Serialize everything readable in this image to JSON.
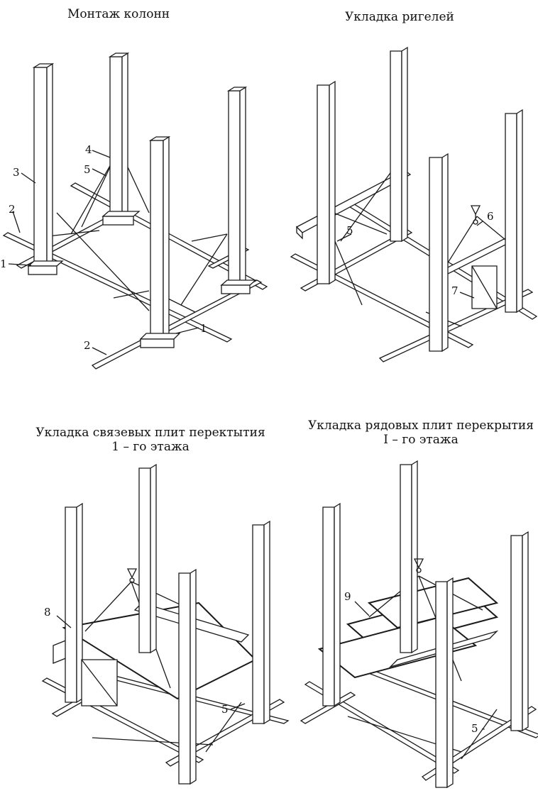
{
  "panels": [
    {
      "id": "p1",
      "title": "Монтаж колонн",
      "title2": "",
      "labels": [
        "1",
        "2",
        "3",
        "4",
        "5",
        "2",
        "1"
      ]
    },
    {
      "id": "p2",
      "title": "Укладка ригелей",
      "title2": "",
      "labels": [
        "5",
        "6",
        "7"
      ]
    },
    {
      "id": "p3",
      "title": "Укладка связевых плит перектытия",
      "title2": "1 – го этажа",
      "labels": [
        "8",
        "5"
      ]
    },
    {
      "id": "p4",
      "title": "Укладка рядовых плит перекрытия",
      "title2": "I – го этажа",
      "labels": [
        "9",
        "5 -"
      ]
    }
  ]
}
